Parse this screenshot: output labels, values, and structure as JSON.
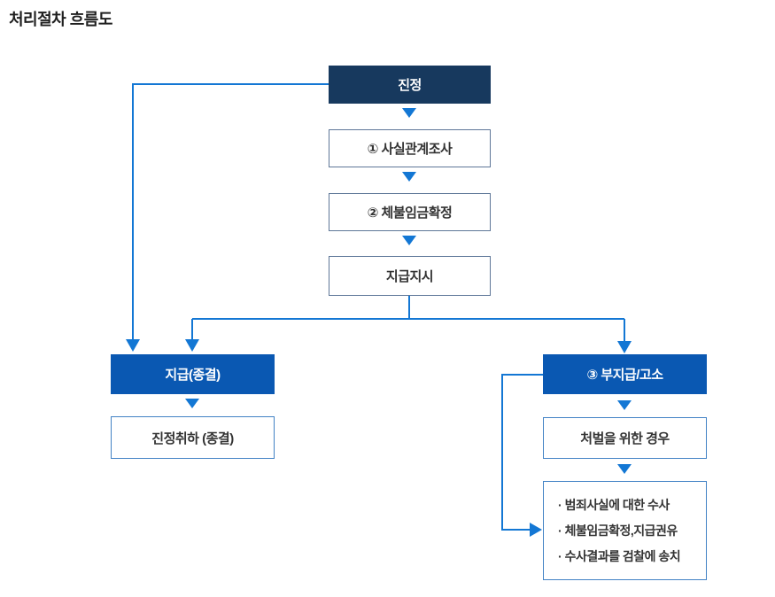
{
  "page_title": "처리절차 흐름도",
  "colors": {
    "navy": "#17395e",
    "blue": "#0a58b2",
    "line_blue": "#1377d4",
    "border_muted": "#5e7798",
    "border_light": "#4282c5",
    "text_dark": "#333333",
    "title_text": "#1f1f1f"
  },
  "flowchart": {
    "nodes": {
      "complaint": {
        "label": "진정"
      },
      "step1": {
        "label": "① 사실관계조사"
      },
      "step2": {
        "label": "② 체불임금확정"
      },
      "payment_order": {
        "label": "지급지시"
      },
      "paid_closed": {
        "label": "지급(종결)"
      },
      "withdrawal": {
        "label": "진정취하 (종결)"
      },
      "step3_nonpayment": {
        "label": "③ 부지급/고소"
      },
      "punishment_case": {
        "label": "처벌을 위한 경우"
      },
      "investigation": {
        "items": [
          "범죄사실에 대한 수사",
          "체불임금확정,지급권유",
          "수사결과를 검찰에 송치"
        ]
      }
    }
  }
}
